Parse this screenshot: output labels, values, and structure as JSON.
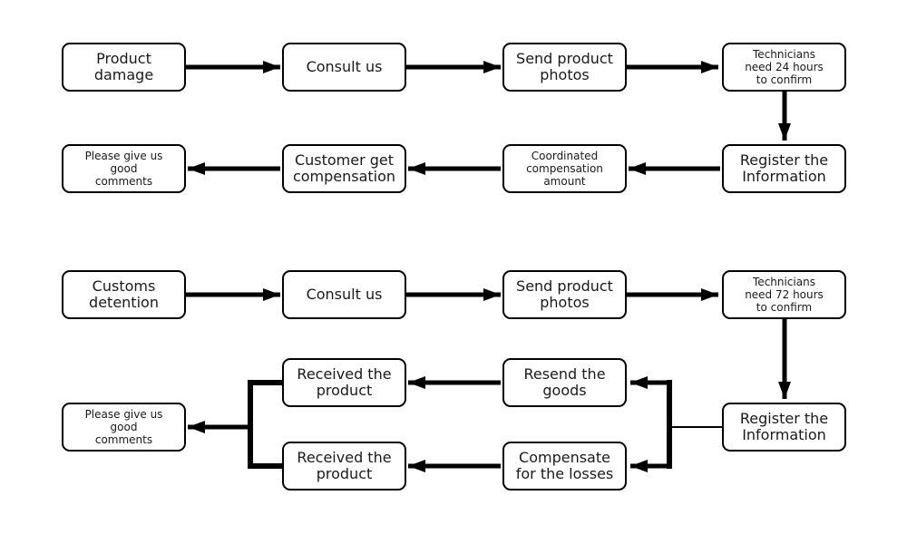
{
  "colors": {
    "background": "#ffffff",
    "line": "#000000",
    "text": "#1a1a1a"
  },
  "flow1": {
    "nodes": {
      "product_damage": "Product\ndamage",
      "consult_us": "Consult us",
      "send_photos": "Send product\nphotos",
      "tech_confirm": "Technicians\nneed 24 hours\nto confirm",
      "register_info": "Register the\nInformation",
      "coordinated_amount": "Coordinated\ncompensation\namount",
      "customer_compensation": "Customer get\ncompensation",
      "good_comments": "Please give us\ngood\ncomments"
    },
    "edges": [
      "product_damage -> consult_us",
      "consult_us -> send_photos",
      "send_photos -> tech_confirm",
      "tech_confirm -> register_info",
      "register_info -> coordinated_amount",
      "coordinated_amount -> customer_compensation",
      "customer_compensation -> good_comments"
    ]
  },
  "flow2": {
    "nodes": {
      "customs_detention": "Customs\ndetention",
      "consult_us": "Consult us",
      "send_photos": "Send product\nphotos",
      "tech_confirm": "Technicians\nneed 72 hours\nto confirm",
      "register_info": "Register the\nInformation",
      "resend_goods": "Resend the\ngoods",
      "compensate_losses": "Compensate\nfor the losses",
      "received_product_1": "Received the\nproduct",
      "received_product_2": "Received the\nproduct",
      "good_comments": "Please give us\ngood\ncomments"
    },
    "edges": [
      "customs_detention -> consult_us",
      "consult_us -> send_photos",
      "send_photos -> tech_confirm",
      "tech_confirm -> register_info",
      "register_info -> resend_goods",
      "register_info -> compensate_losses",
      "resend_goods -> received_product_1",
      "compensate_losses -> received_product_2",
      "received_product_1 -> good_comments",
      "received_product_2 -> good_comments"
    ]
  }
}
